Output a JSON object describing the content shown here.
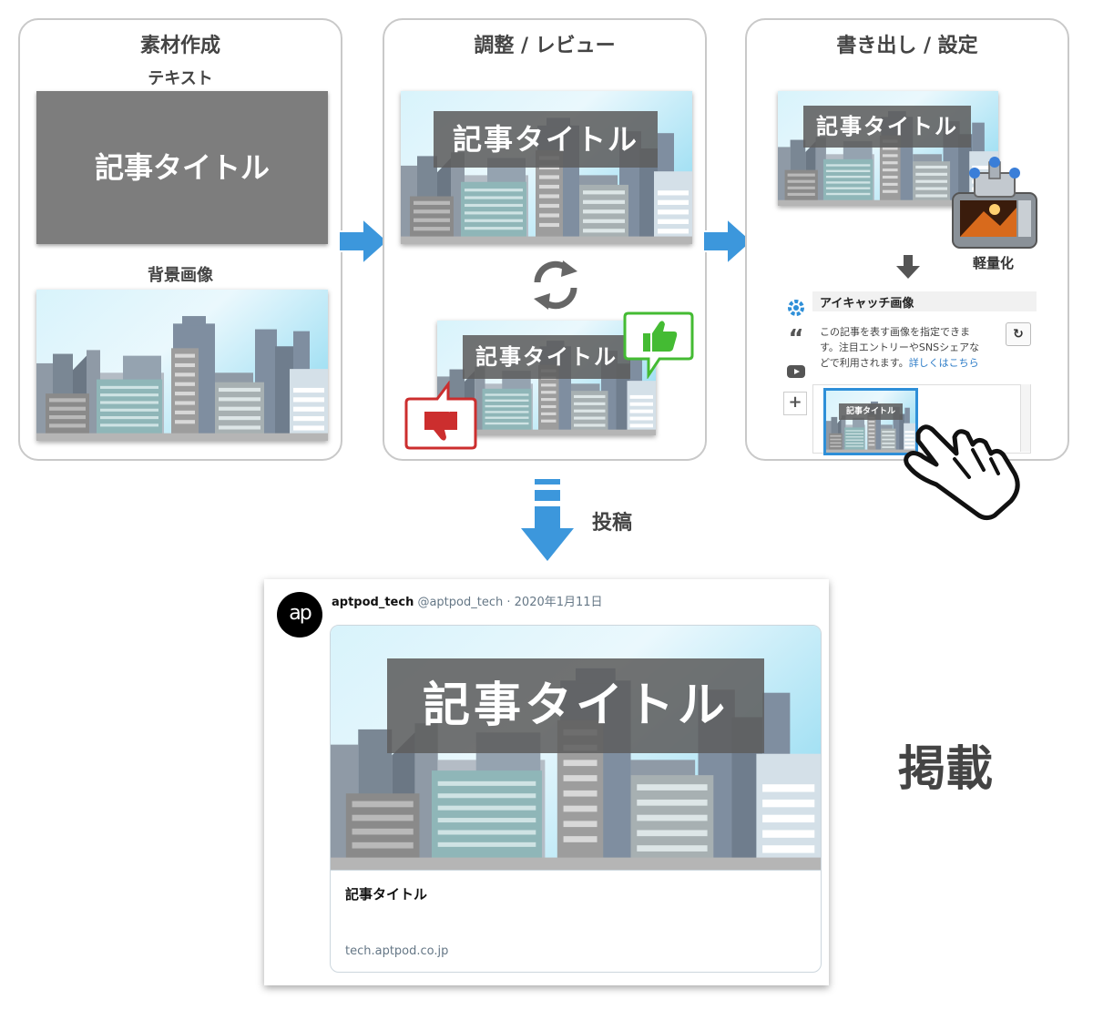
{
  "panels": {
    "create": {
      "title": "素材作成",
      "text_label": "テキスト",
      "bg_label": "背景画像"
    },
    "review": {
      "title": "調整 / レビュー"
    },
    "export": {
      "title": "書き出し / 設定",
      "compress_label": "軽量化"
    }
  },
  "article_title": "記事タイトル",
  "post_label": "投稿",
  "publish_label": "掲載",
  "wordpress": {
    "panel_title": "アイキャッチ画像",
    "description_line1": "この記事を表す画像を指定できま",
    "description_line2": "す。注目エントリーやSNSシェアな",
    "description_line3": "どで利用されます。",
    "link": "詳しくはこちら"
  },
  "tweet": {
    "name": "aptpod_tech",
    "handle": "@aptpod_tech",
    "separator": "·",
    "date": "2020年1月11日",
    "avatar_text": "ap",
    "card_title": "記事タイトル",
    "card_domain": "tech.aptpod.co.jp"
  },
  "colors": {
    "arrow_blue": "#3c97dc",
    "like_green": "#44bb33",
    "dislike_red": "#cc2e2e",
    "title_gray": "#5f5f5f",
    "wp_blue": "#2e8fd8"
  }
}
